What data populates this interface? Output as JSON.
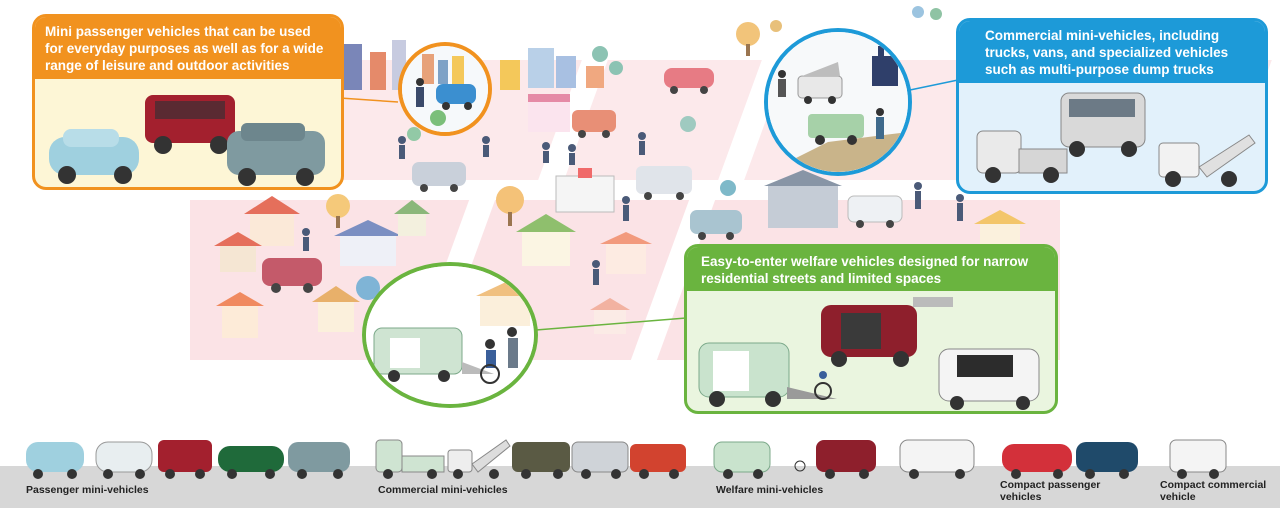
{
  "callouts": {
    "passenger": {
      "text": "Mini passenger vehicles that can be used for everyday purposes as well as for a wide range of leisure and outdoor activities",
      "color": "#f1921f"
    },
    "commercial": {
      "text": "Commercial mini-vehicles, including trucks, vans, and specialized vehicles such as multi-purpose dump trucks",
      "color": "#1d9ad8"
    },
    "welfare": {
      "text": "Easy-to-enter welfare vehicles designed for narrow residential streets and limited spaces",
      "color": "#6ab43f"
    }
  },
  "lineup": {
    "passenger_mini": "Passenger mini-vehicles",
    "commercial_mini": "Commercial mini-vehicles",
    "welfare_mini": "Welfare mini-vehicles",
    "compact_passenger": "Compact passenger vehicles",
    "compact_commercial": "Compact commercial vehicle"
  },
  "icons": [
    "car-icon",
    "truck-icon",
    "van-icon",
    "house-icon",
    "tree-icon",
    "person-icon",
    "wheelchair-icon",
    "factory-icon"
  ]
}
